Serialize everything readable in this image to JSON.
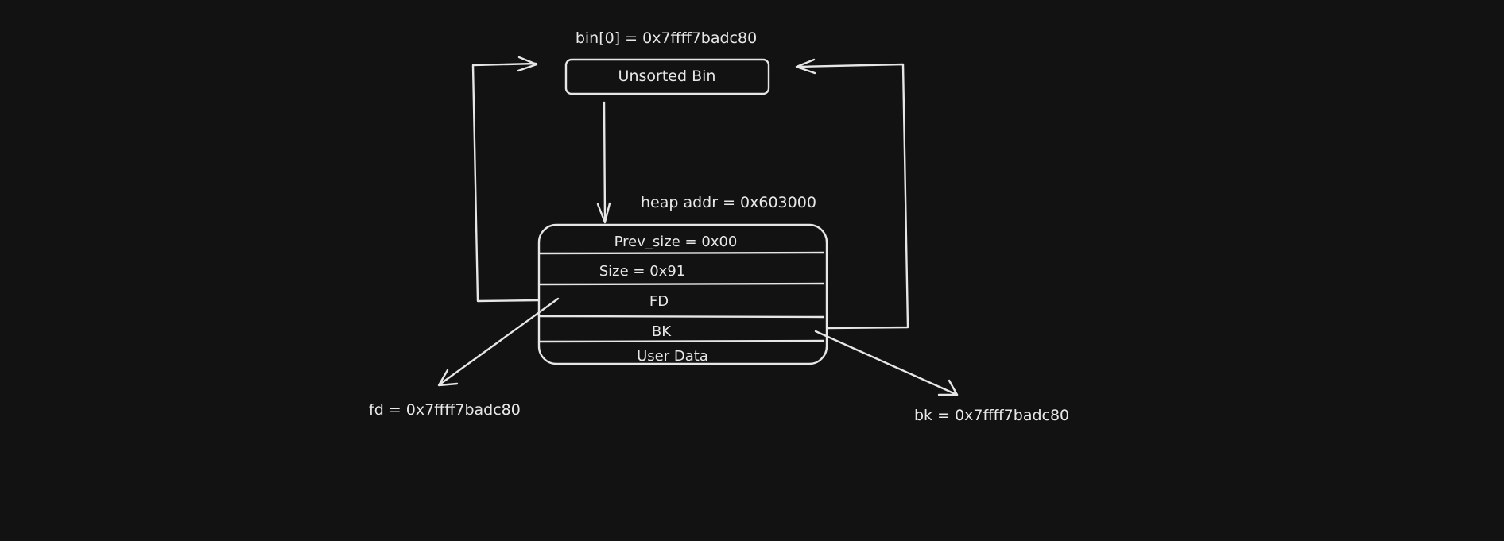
{
  "unsorted_bin": {
    "address_label": "bin[0] = 0x7ffff7badc80",
    "box_label": "Unsorted Bin"
  },
  "heap_chunk": {
    "address_label": "heap addr = 0x603000",
    "rows": {
      "prev_size": "Prev_size = 0x00",
      "size": "Size = 0x91",
      "fd": "FD",
      "bk": "BK",
      "user_data": "User Data"
    }
  },
  "pointers": {
    "fd_value": "fd = 0x7ffff7badc80",
    "bk_value": "bk = 0x7ffff7badc80"
  },
  "colors": {
    "background": "#121212",
    "stroke": "#e6e6e6",
    "text": "#e8e8e8"
  }
}
